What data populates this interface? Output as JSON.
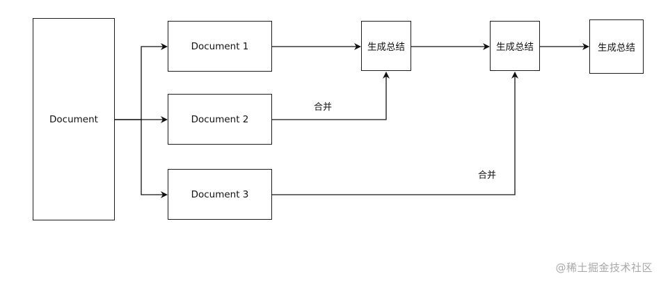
{
  "diagram": {
    "nodes": {
      "source": "Document",
      "doc1": "Document 1",
      "doc2": "Document 2",
      "doc3": "Document 3",
      "summary1": "生成总结",
      "summary2": "生成总结",
      "summary3": "生成总结"
    },
    "edge_labels": {
      "merge1": "合并",
      "merge2": "合并"
    },
    "edges": [
      {
        "from": "source",
        "to": "doc1"
      },
      {
        "from": "source",
        "to": "doc2"
      },
      {
        "from": "source",
        "to": "doc3"
      },
      {
        "from": "doc1",
        "to": "summary1"
      },
      {
        "from": "doc2",
        "to": "summary1",
        "label": "合并"
      },
      {
        "from": "summary1",
        "to": "summary2"
      },
      {
        "from": "doc3",
        "to": "summary2",
        "label": "合并"
      },
      {
        "from": "summary2",
        "to": "summary3"
      }
    ]
  },
  "watermark": "@稀土掘金技术社区"
}
